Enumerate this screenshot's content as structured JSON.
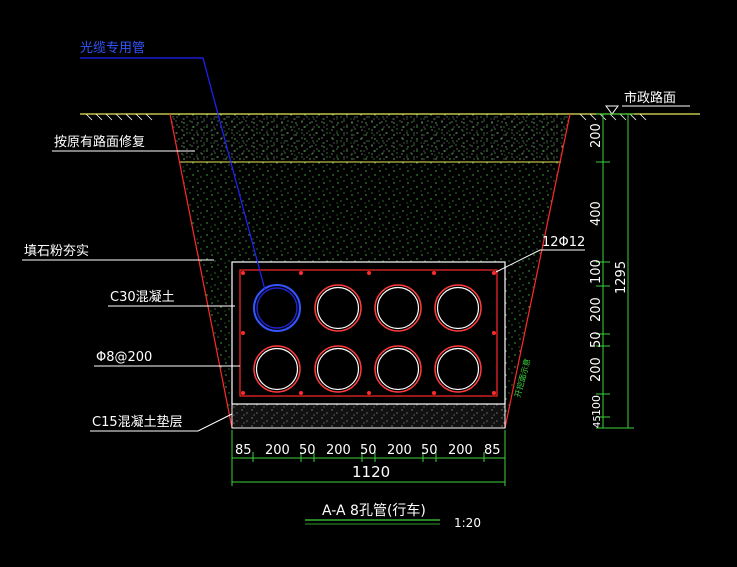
{
  "labels": {
    "fiber_duct": "光缆专用管",
    "road_surface": "市政路面",
    "restore": "按原有路面修复",
    "backfill": "填石粉夯实",
    "concrete_c30": "C30混凝土",
    "stirrup": "Φ8@200",
    "cushion_c15": "C15混凝土垫层",
    "rebar": "12Φ12",
    "side_note": "开挖面示意",
    "title": "A-A 8孔管(行车)",
    "scale": "1:20"
  },
  "horizontal_dims": [
    "85",
    "200",
    "50",
    "200",
    "50",
    "200",
    "50",
    "200",
    "85"
  ],
  "total_width": "1120",
  "vertical_dims": [
    "200",
    "400",
    "100",
    "200",
    "50",
    "200",
    "100",
    "45"
  ],
  "total_height": "1295",
  "colors": {
    "background": "#000000",
    "trench_edge": "#ff2a2a",
    "gravel": "#4cc44c",
    "ground_line": "#e8e85a",
    "pipe_outer": "#ff3b3b",
    "pipe_inner": "#ffffff",
    "fiber_pipe": "#3355ff",
    "leader_blue": "#2222ff",
    "dimension_lines": "#3cd23c",
    "white": "#ffffff"
  }
}
